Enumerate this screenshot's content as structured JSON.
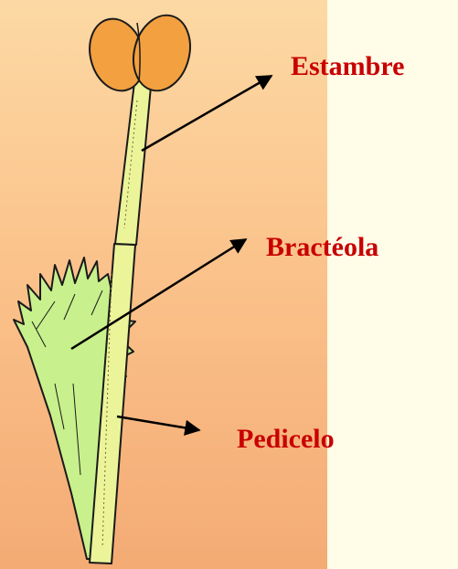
{
  "labels": {
    "estambre": "Estambre",
    "bracteola": "Bractéola",
    "pedicelo": "Pedicelo"
  },
  "colors": {
    "label_text": "#c80000",
    "anther": "#f2a040",
    "stem": "#ecf49a",
    "bract": "#c8f08c",
    "background_left": "#fbc38c",
    "background_right": "#fffce8",
    "arrow": "#000000"
  }
}
